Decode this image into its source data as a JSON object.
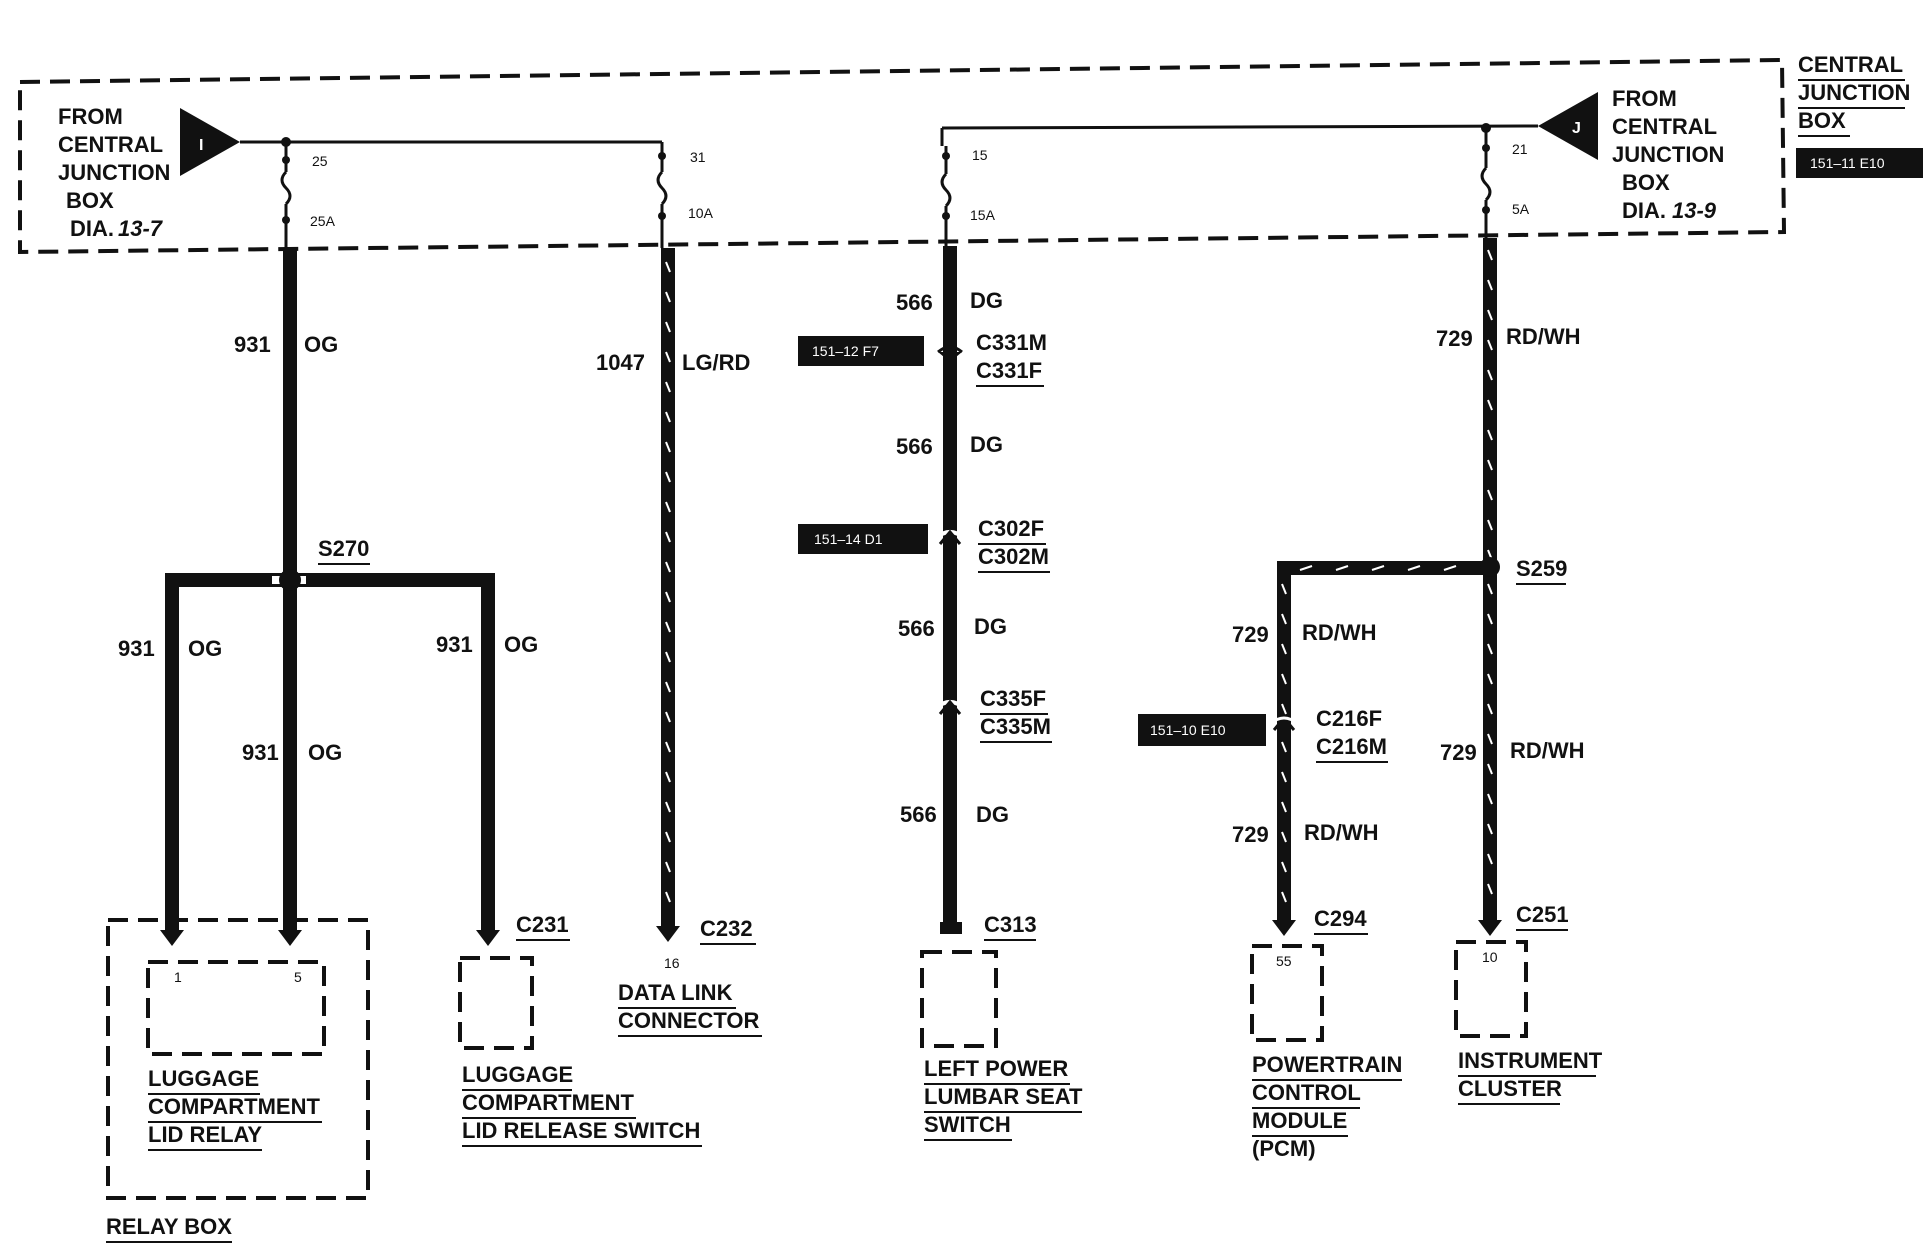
{
  "cjb_left": {
    "lines": [
      "FROM",
      "CENTRAL",
      "JUNCTION",
      "BOX"
    ],
    "dia_prefix": "DIA.",
    "dia_ref": "13-7",
    "connector": "I"
  },
  "cjb_right": {
    "lines": [
      "FROM",
      "CENTRAL",
      "JUNCTION",
      "BOX"
    ],
    "dia_prefix": "DIA.",
    "dia_ref": "13-9",
    "connector": "J"
  },
  "cjb_title": [
    "CENTRAL",
    "JUNCTION",
    "BOX"
  ],
  "location_tags": {
    "cjb": "151–11 E10",
    "c331": "151–12 F7",
    "c302": "151–14 D1",
    "c216": "151–10 E10"
  },
  "pins": {
    "p25": "25",
    "p25a": "25A",
    "p31": "31",
    "p10a": "10A",
    "p15": "15",
    "p15a": "15A",
    "p21": "21",
    "p5a": "5A",
    "relay1": "1",
    "relay5": "5",
    "dlc16": "16",
    "pcm55": "55",
    "ic10": "10"
  },
  "wires": {
    "w931": "931",
    "og": "OG",
    "w1047": "1047",
    "lgrd": "LG/RD",
    "w566": "566",
    "dg": "DG",
    "w729": "729",
    "rdwh": "RD/WH"
  },
  "splices": {
    "s270": "S270",
    "s259": "S259"
  },
  "connectors": {
    "c331m": "C331M",
    "c331f": "C331F",
    "c302f": "C302F",
    "c302m": "C302M",
    "c335f": "C335F",
    "c335m": "C335M",
    "c216f": "C216F",
    "c216m": "C216M",
    "c231": "C231",
    "c232": "C232",
    "c313": "C313",
    "c294": "C294",
    "c251": "C251"
  },
  "components": {
    "relay": [
      "LUGGAGE",
      "COMPARTMENT",
      "LID RELAY"
    ],
    "relay_box": "RELAY BOX",
    "release_switch": [
      "LUGGAGE",
      "COMPARTMENT",
      "LID RELEASE SWITCH"
    ],
    "dlc": [
      "DATA LINK",
      "CONNECTOR"
    ],
    "lumbar": [
      "LEFT POWER",
      "LUMBAR SEAT",
      "SWITCH"
    ],
    "pcm": [
      "POWERTRAIN",
      "CONTROL",
      "MODULE",
      "(PCM)"
    ],
    "cluster": [
      "INSTRUMENT",
      "CLUSTER"
    ]
  }
}
